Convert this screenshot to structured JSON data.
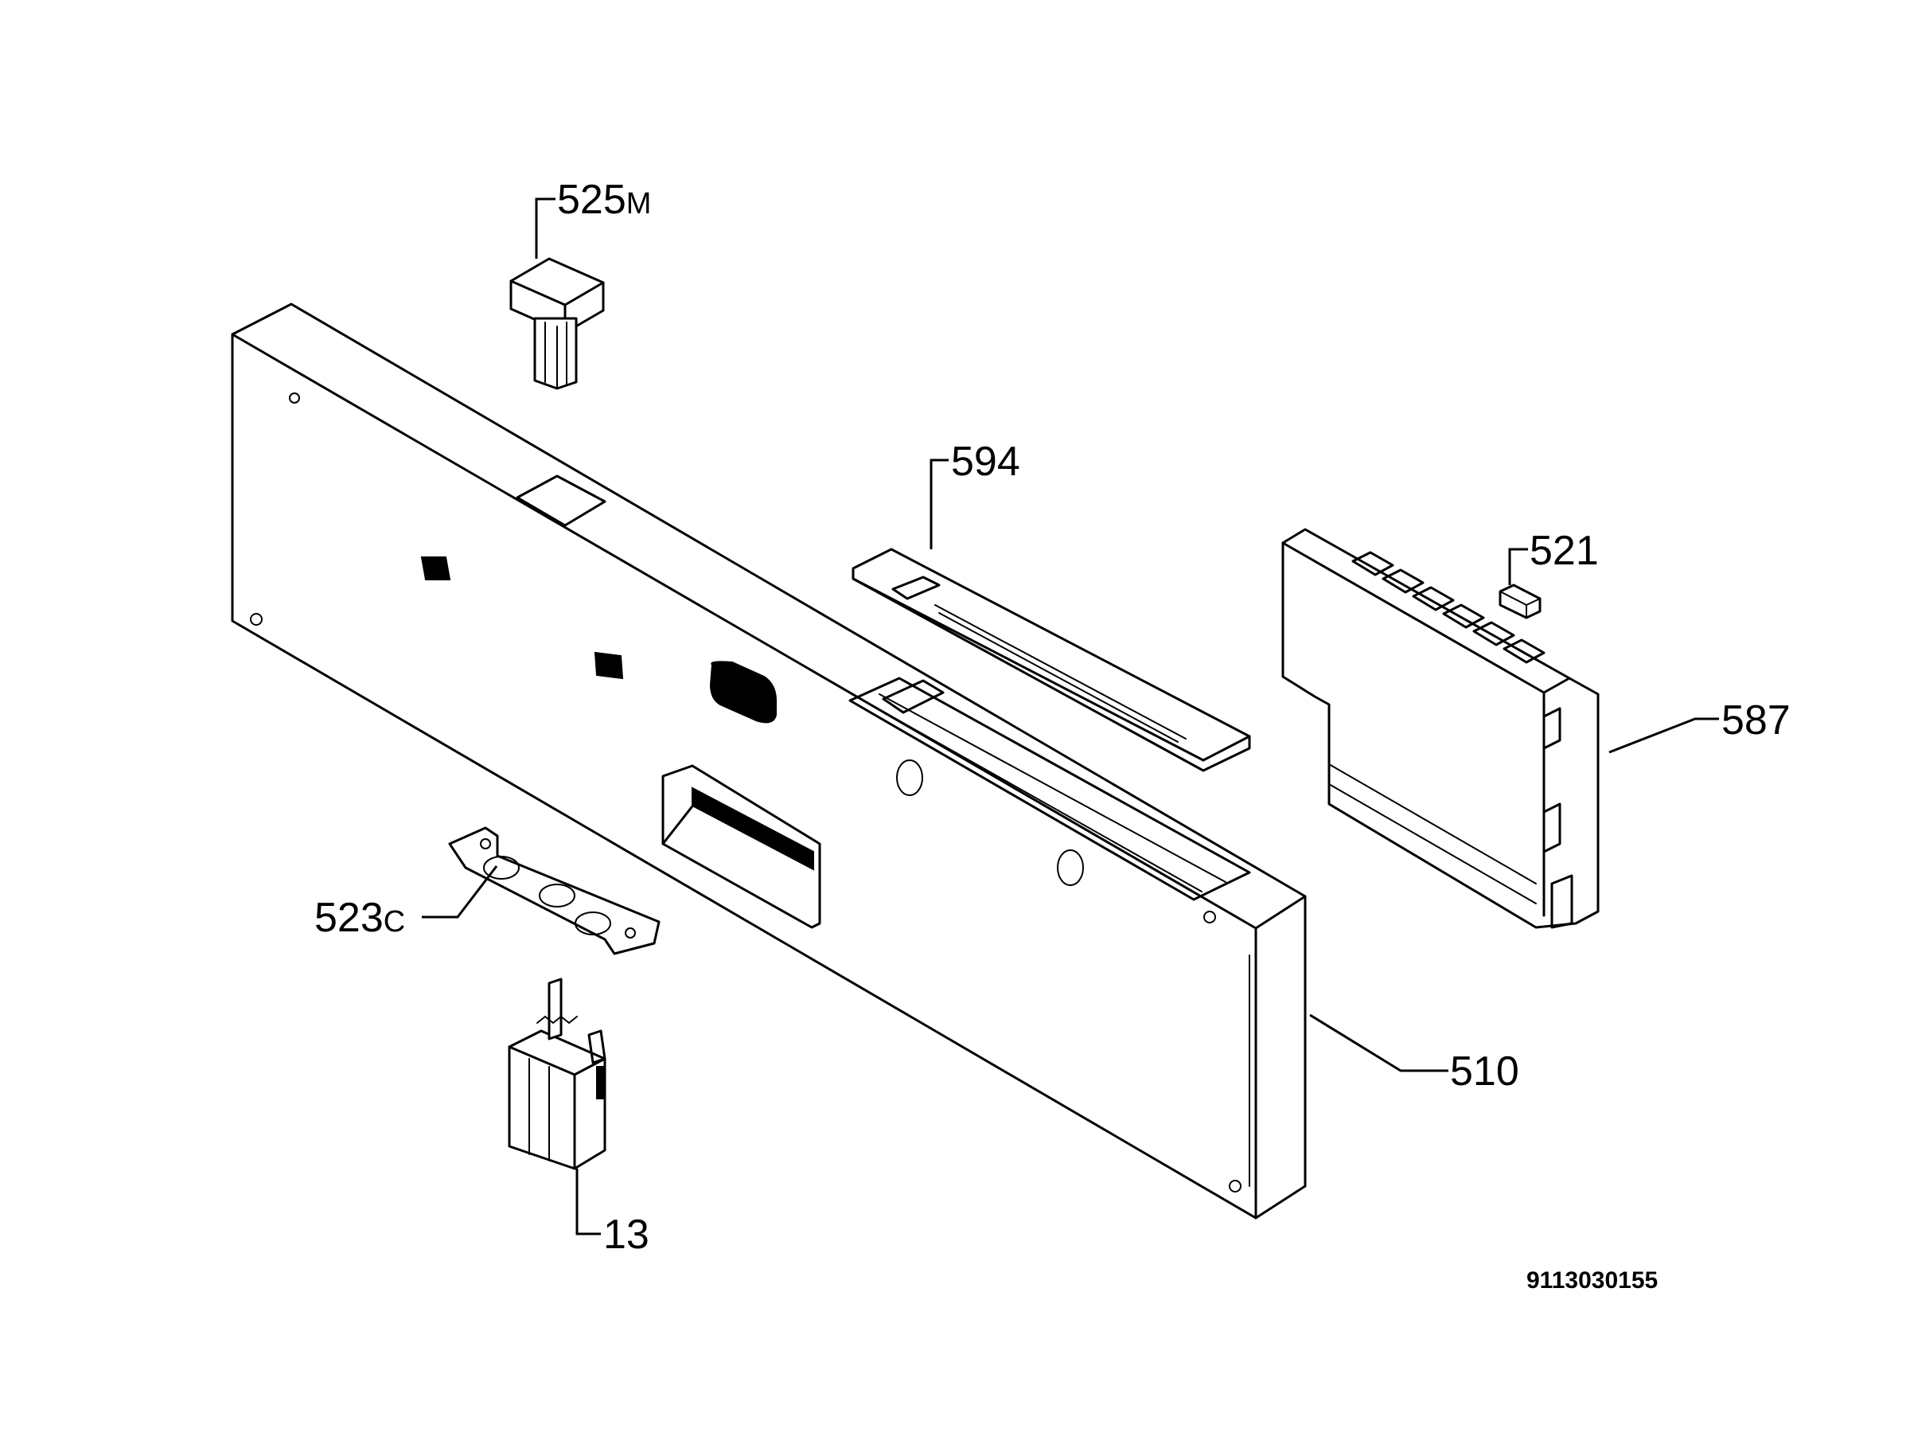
{
  "callouts": {
    "p525": {
      "num": "525",
      "suffix": "M"
    },
    "p594": {
      "num": "594"
    },
    "p521": {
      "num": "521"
    },
    "p587": {
      "num": "587"
    },
    "p523": {
      "num": "523",
      "suffix": "C"
    },
    "p510": {
      "num": "510"
    },
    "p13": {
      "num": "13"
    }
  },
  "drawing_code": "9113030155"
}
